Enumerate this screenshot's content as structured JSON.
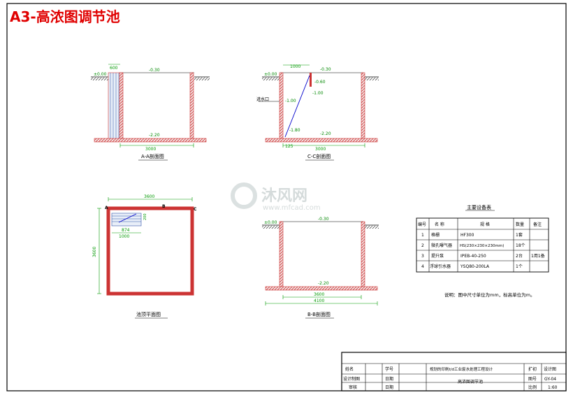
{
  "title": "A3-高浓图调节池",
  "watermark": {
    "brand": "沐风网",
    "url": "www.mfcad.com"
  },
  "colors": {
    "frame": "#000000",
    "wall": "#cc3333",
    "dim": "#009900",
    "title": "#e00000",
    "level": "#008800",
    "pipe": "#0000cc"
  },
  "section_aa": {
    "caption": "A-A剖面图",
    "level_top": "±0.00",
    "level_mid": "-0.30",
    "level_bottom": "-2.20",
    "width_dim": "3000",
    "stair_dim": "600"
  },
  "section_cc": {
    "caption": "C-C剖面图",
    "level_top": "±0.00",
    "level_mid": "-0.30",
    "level_bottom": "-2.20",
    "top_dim": "1000",
    "width_dim": "3000",
    "level_pipe1": "-0.60",
    "level_pipe2": "-1.00",
    "level_inlet": "-1.00",
    "inlet_label": "进水口",
    "dim_a": "-1.80",
    "dim_b": "125"
  },
  "plan": {
    "caption": "池顶平面图",
    "top_dim": "3600",
    "height_dim": "3600",
    "stair_dim": "874",
    "stair_len": "1000",
    "small_dim": "200",
    "marker_a": "A",
    "marker_b": "B",
    "marker_c": "C"
  },
  "section_bb": {
    "caption": "B-B剖面图",
    "level_top": "±0.00",
    "level_mid": "-0.30",
    "level_bottom": "-2.20",
    "width_dim": "3600",
    "outer_dim": "4100"
  },
  "equipment": {
    "title": "主要设备表",
    "headers": [
      "编号",
      "名 称",
      "规 格",
      "数量",
      "备注"
    ],
    "rows": [
      [
        "1",
        "格栅",
        "HF300",
        "1套",
        ""
      ],
      [
        "2",
        "微孔曝气器",
        "HS(230×230×230mm)",
        "18个",
        ""
      ],
      [
        "3",
        "提升泵",
        "IPEB-40-250",
        "2台",
        "1用1备"
      ],
      [
        "4",
        "浮球引水器",
        "YSQ80-200LA",
        "1个",
        ""
      ]
    ]
  },
  "note": "说明：图中尺寸单位为mm，标高单位为m。",
  "title_block": {
    "name_label": "姓名",
    "student_id_label": "学号",
    "design_label": "设计制图",
    "date_label1": "日期",
    "review_label": "审核",
    "date_label2": "日期",
    "project": "规划的印刷t/d工业废水处理工程设计",
    "drawing_name": "高浓图调节池",
    "expand_label": "扩初",
    "stage": "设计图",
    "drawing_no_label": "图号",
    "drawing_no": "GY-04",
    "scale_label": "比例",
    "scale": "1:60"
  }
}
